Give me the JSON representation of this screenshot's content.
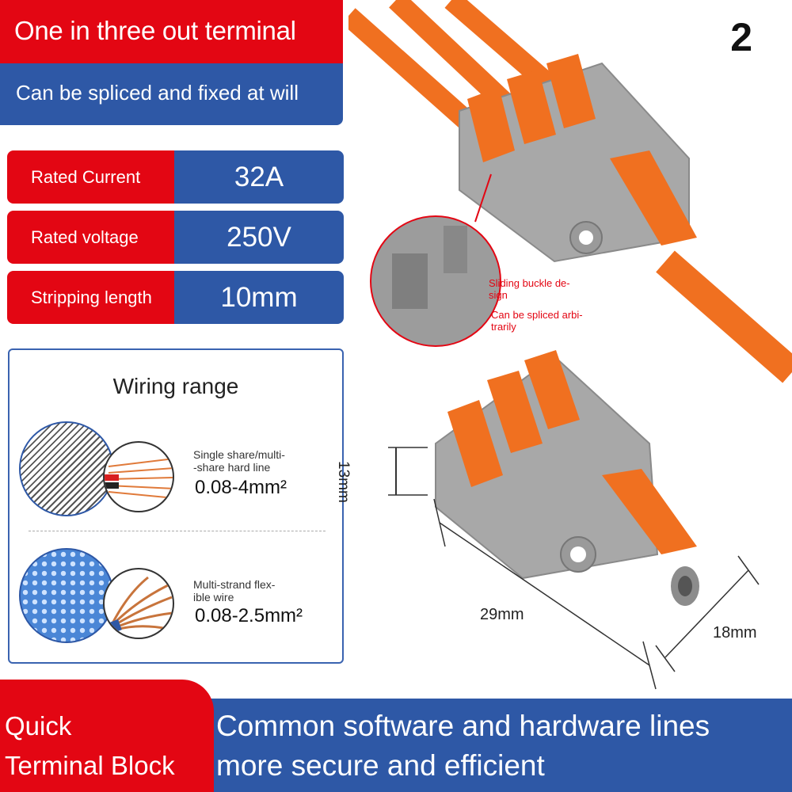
{
  "header": {
    "title": "One in three out terminal",
    "subtitle": "Can be spliced and fixed at will",
    "page_number": "2"
  },
  "specs": [
    {
      "label": "Rated Current",
      "value": "32A"
    },
    {
      "label": "Rated voltage",
      "value": "250V"
    },
    {
      "label": "Stripping length",
      "value": "10mm"
    }
  ],
  "wiring": {
    "title": "Wiring range",
    "hard": {
      "desc_line1": "Single share/multi-",
      "desc_line2": "-share hard line",
      "value": "0.08-4mm²"
    },
    "flex": {
      "desc_line1": "Multi-strand flex-",
      "desc_line2": "ible wire",
      "value": "0.08-2.5mm²"
    }
  },
  "callout": {
    "line1": "Sliding buckle de-",
    "line2": "sign",
    "line3": "Can be spliced arbi-",
    "line4": "trarily"
  },
  "dimensions": {
    "height": "13mm",
    "length": "29mm",
    "width": "18mm"
  },
  "footer": {
    "left_line1": "Quick",
    "left_line2": "Terminal Block",
    "right_line1": "Common software and hardware lines",
    "right_line2": "more secure and efficient"
  },
  "colors": {
    "red": "#e30613",
    "blue": "#2e58a6",
    "orange": "#f07020",
    "gray": "#a9a9a9"
  }
}
